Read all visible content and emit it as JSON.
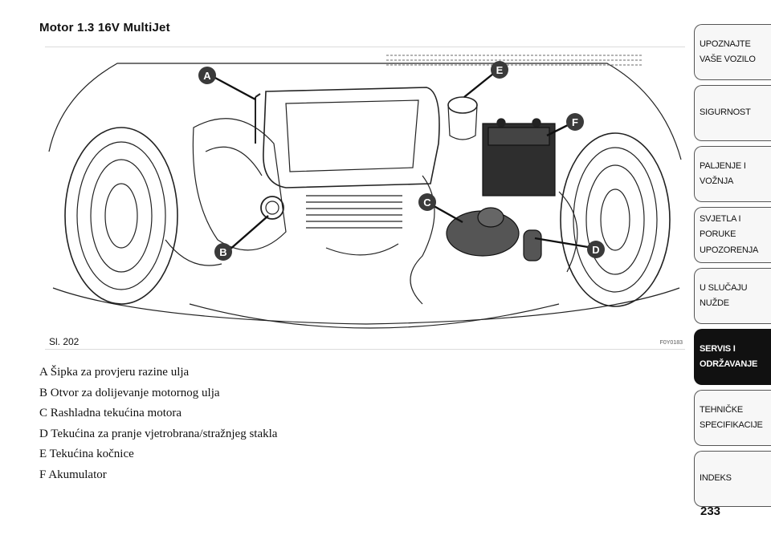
{
  "page": {
    "title": "Motor 1.3 16V MultiJet",
    "page_number": "233"
  },
  "figure": {
    "label": "Sl. 202",
    "code": "F0Y0183",
    "callouts": [
      "A",
      "B",
      "C",
      "D",
      "E",
      "F"
    ]
  },
  "legend": [
    "A Šipka za provjeru razine ulja",
    "B Otvor za dolijevanje motornog ulja",
    "C Rashladna tekućina motora",
    "D Tekućina za pranje vjetrobrana/stražnjeg stakla",
    "E Tekućina kočnice",
    "F Akumulator"
  ],
  "nav": {
    "tabs": [
      {
        "label": "UPOZNAJTE\nVAŠE VOZILO",
        "active": false
      },
      {
        "label": "SIGURNOST",
        "active": false
      },
      {
        "label": "PALJENJE I\nVOŽNJA",
        "active": false
      },
      {
        "label": "SVJETLA I PORUKE\nUPOZORENJA",
        "active": false
      },
      {
        "label": "U SLUČAJU\nNUŽDE",
        "active": false
      },
      {
        "label": "SERVIS I\nODRŽAVANJE",
        "active": true
      },
      {
        "label": "TEHNIČKE\nSPECIFIKACIJE",
        "active": false
      },
      {
        "label": "INDEKS",
        "active": false
      }
    ]
  },
  "colors": {
    "callout_fill": "#3a3a3a",
    "active_tab": "#111111",
    "tab_background": "#f7f7f7"
  }
}
